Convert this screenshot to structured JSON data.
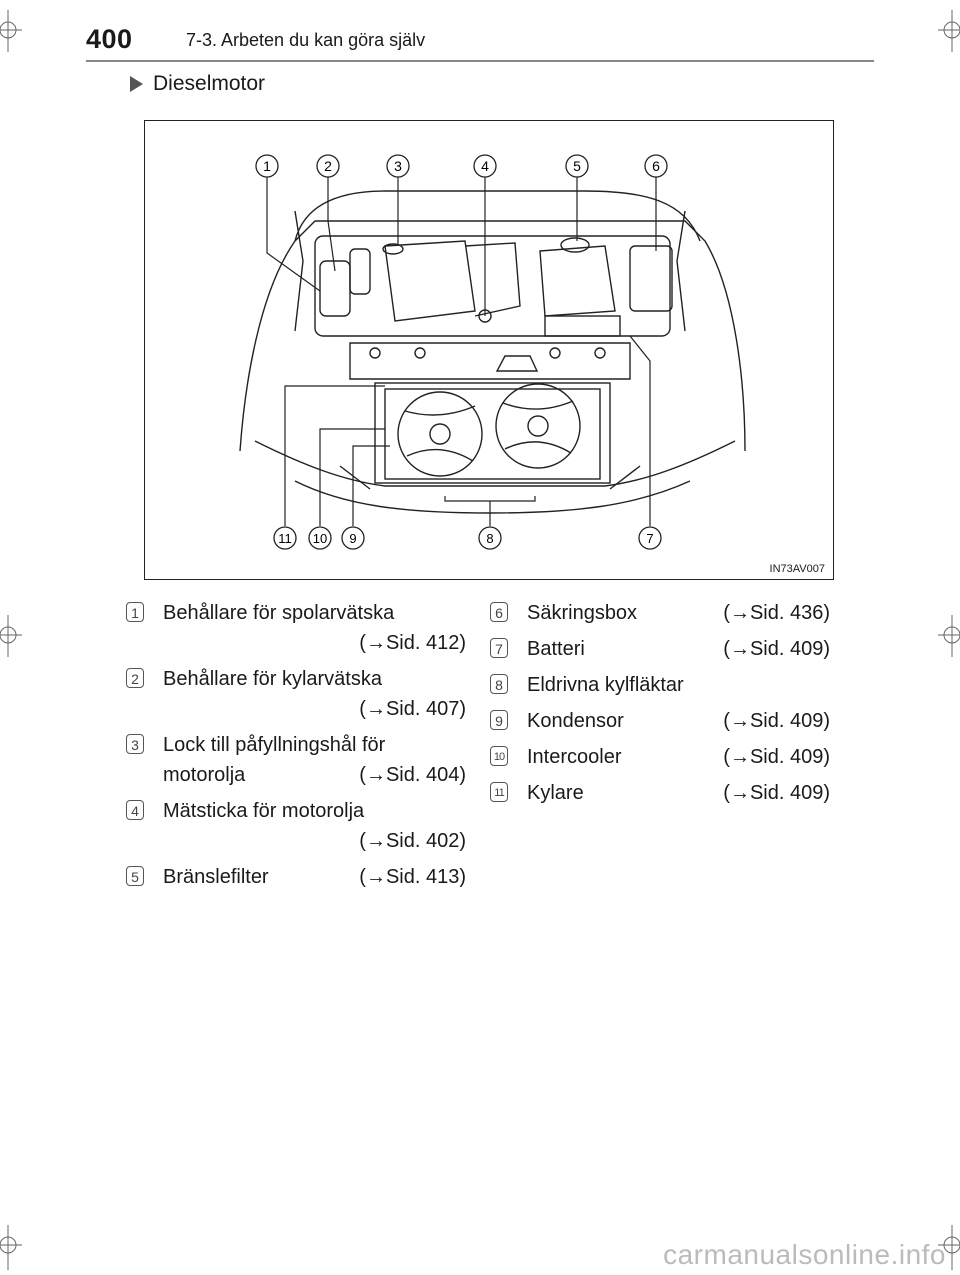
{
  "header": {
    "page_number": "400",
    "section_title": "7-3. Arbeten du kan göra själv"
  },
  "subheading": "Dieselmotor",
  "figure": {
    "code": "IN73AV007",
    "callouts_top": [
      "1",
      "2",
      "3",
      "4",
      "5",
      "6"
    ],
    "callouts_bottom": [
      "11",
      "10",
      "9",
      "8",
      "7"
    ]
  },
  "items_left": [
    {
      "num": "1",
      "label": "Behållare för spolarvätska",
      "ref": "(→Sid. 412)"
    },
    {
      "num": "2",
      "label": "Behållare för kylarvätska",
      "ref": "(→Sid. 407)"
    },
    {
      "num": "3",
      "label": "Lock till påfyllningshål för",
      "label2": "motorolja",
      "ref": "(→Sid. 404)"
    },
    {
      "num": "4",
      "label": "Mätsticka för motorolja",
      "ref": "(→Sid. 402)"
    },
    {
      "num": "5",
      "label": "Bränslefilter",
      "ref": "(→Sid. 413)"
    }
  ],
  "items_right": [
    {
      "num": "6",
      "label": "Säkringsbox",
      "ref": "(→Sid. 436)"
    },
    {
      "num": "7",
      "label": "Batteri",
      "ref": "(→Sid. 409)"
    },
    {
      "num": "8",
      "label": "Eldrivna kylfläktar",
      "ref": ""
    },
    {
      "num": "9",
      "label": "Kondensor",
      "ref": "(→Sid. 409)"
    },
    {
      "num": "10",
      "label": "Intercooler",
      "ref": "(→Sid. 409)"
    },
    {
      "num": "11",
      "label": "Kylare",
      "ref": "(→Sid. 409)"
    }
  ],
  "footer": {
    "watermark": "carmanualsonline.info"
  }
}
